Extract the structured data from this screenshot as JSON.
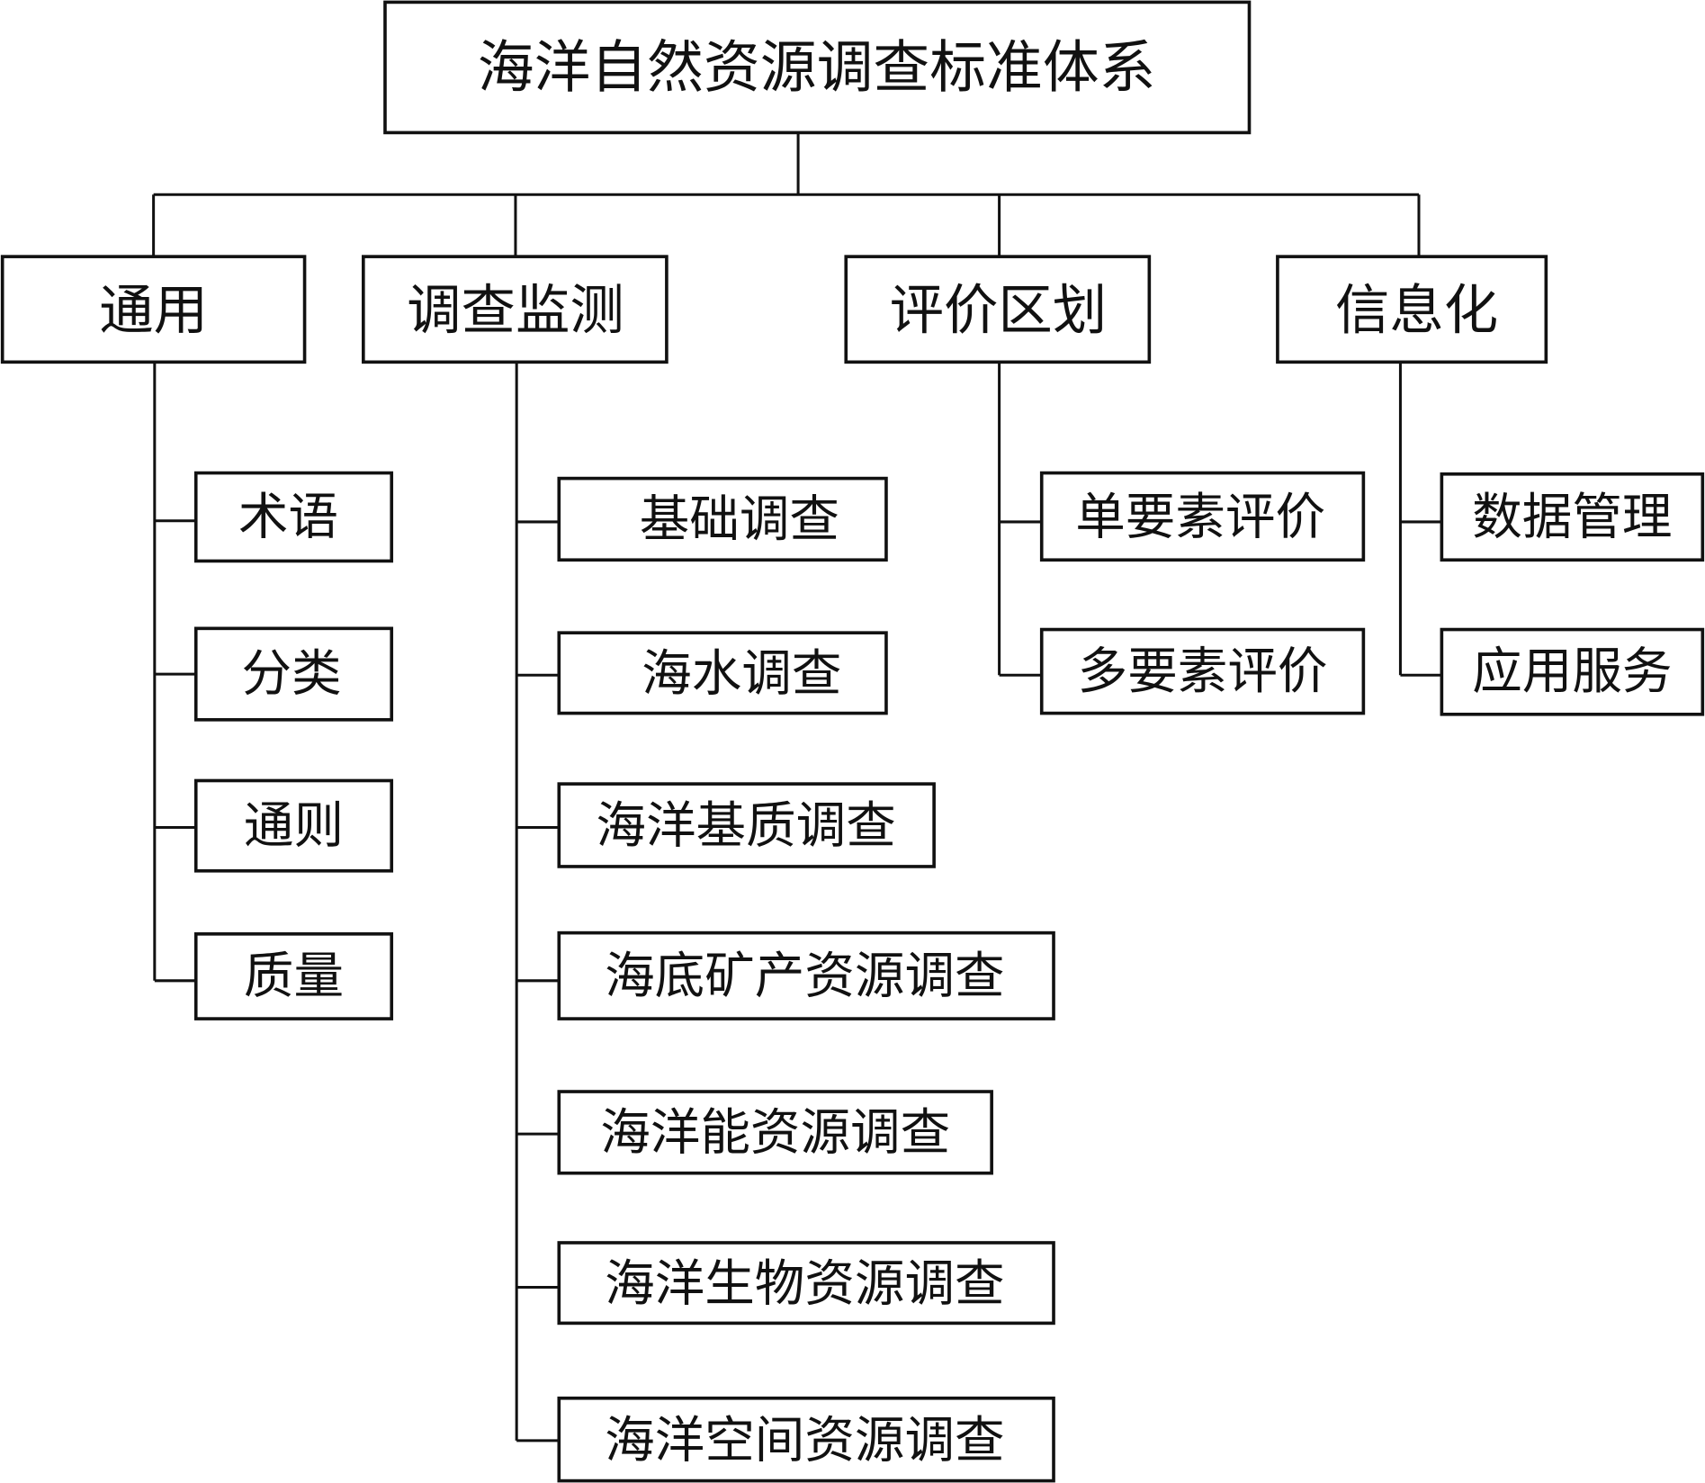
{
  "diagram": {
    "root": {
      "label": "海洋自然资源调查标准体系"
    },
    "categories": [
      {
        "label": "通用",
        "children": [
          "术语",
          "分类",
          "通则",
          "质量"
        ]
      },
      {
        "label": "调查监测",
        "children": [
          "基础调查",
          "海水调查",
          "海洋基质调查",
          "海底矿产资源调查",
          "海洋能资源调查",
          "海洋生物资源调查",
          "海洋空间资源调查"
        ]
      },
      {
        "label": "评价区划",
        "children": [
          "单要素评价",
          "多要素评价"
        ]
      },
      {
        "label": "信息化",
        "children": [
          "数据管理",
          "应用服务"
        ]
      }
    ]
  }
}
